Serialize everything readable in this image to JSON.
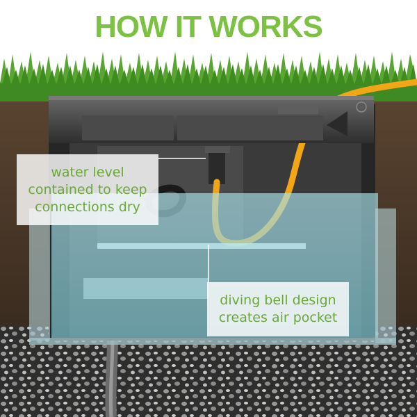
{
  "title": "HOW IT WORKS",
  "callouts": {
    "water_level": {
      "lines": [
        "water level",
        "contained to keep",
        "connections dry"
      ]
    },
    "diving_bell": {
      "lines": [
        "diving bell design",
        "creates air pocket"
      ]
    }
  },
  "colors": {
    "title_green": "#7dc142",
    "callout_text": "#6aa83a",
    "grass": "#4f9a2c",
    "soil": "#4a3828",
    "gravel": "#3a3a3a",
    "water": "#8fd2de",
    "cable": "#f2a516",
    "housing": "#3d3d3d"
  }
}
